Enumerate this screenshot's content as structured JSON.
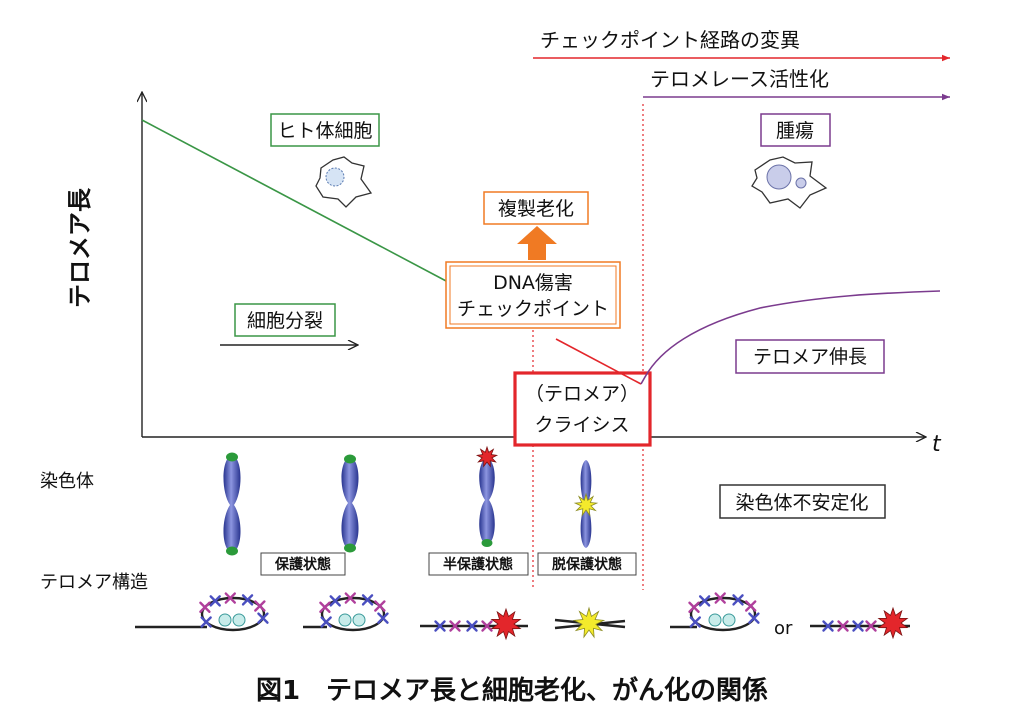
{
  "figure": {
    "caption": "図1　テロメア長と細胞老化、がん化の関係"
  },
  "pathways": {
    "checkpoint_mutation": "チェックポイント経路の変異",
    "telomerase_activation": "テロメレース活性化"
  },
  "axes": {
    "y_label": "テロメア長",
    "x_label": "t"
  },
  "stages": {
    "human_somatic_cell": "ヒト体細胞",
    "cell_division": "細胞分裂",
    "replicative_senescence": "複製老化",
    "dna_damage_checkpoint": [
      "DNA傷害",
      "チェックポイント"
    ],
    "telomere_crisis": [
      "（テロメア）",
      "クライシス"
    ],
    "tumor": "腫瘍",
    "telomere_elongation": "テロメア伸長"
  },
  "chromosome_row": {
    "label": "染色体",
    "instability": "染色体不安定化",
    "states": [
      "保護状態",
      "半保護状態",
      "脱保護状態"
    ]
  },
  "telomere_structure_row": {
    "label": "テロメア構造",
    "or": "or"
  },
  "colors": {
    "normal_cell_line": "#3a9646",
    "checkpoint_mutation": "#e3262b",
    "telomerase_activation": "#7b3b8e",
    "senescence_highlight": "#f07a23",
    "crisis_highlight": "#e3262b",
    "chromosome": "#4b57b8",
    "telomere_cap": "#2b9a3a",
    "damage_star": "#e3262b",
    "fusion_star": "#f4ea2c",
    "x_mark_blue": "#4a4fc0",
    "x_mark_magenta": "#b03f9c"
  }
}
